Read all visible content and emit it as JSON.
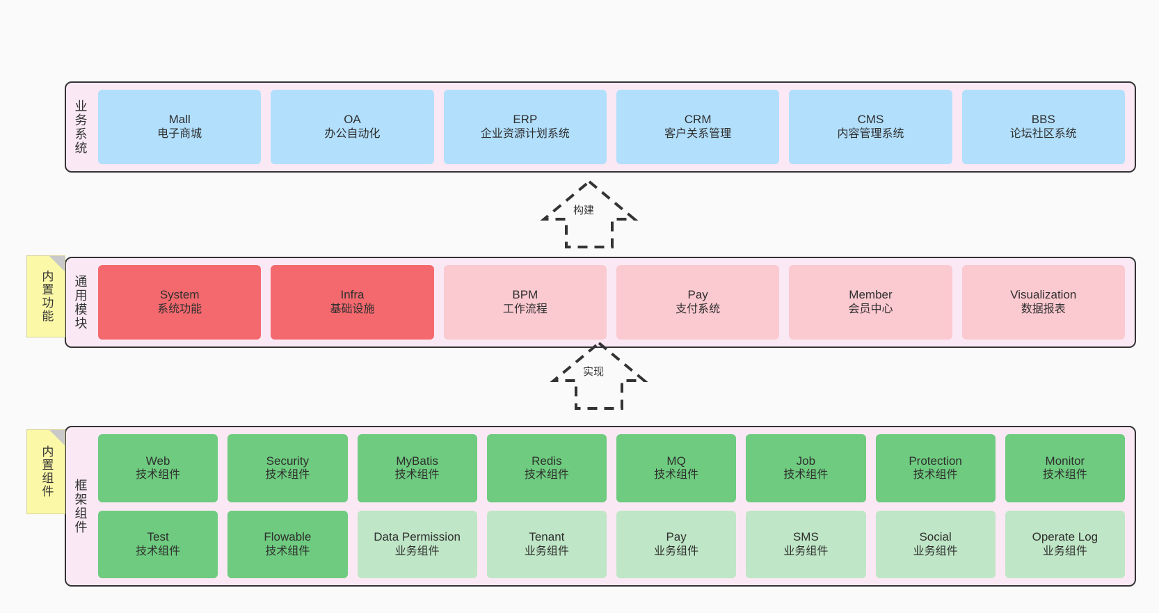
{
  "diagram": {
    "background": "#fafafa",
    "panel_fill": "#fae9f4",
    "panel_border": "#333333",
    "colors": {
      "business": "#b2dffc",
      "module_core": "#f4696e",
      "module_optional": "#fbc9d0",
      "tech_component": "#6ecb7f",
      "biz_component": "#bfe6c6",
      "note": "#fbf8a7"
    }
  },
  "layers": {
    "business": {
      "title": "业务系统",
      "cards": [
        {
          "en": "Mall",
          "cn": "电子商城",
          "style": "c-blue"
        },
        {
          "en": "OA",
          "cn": "办公自动化",
          "style": "c-blue"
        },
        {
          "en": "ERP",
          "cn": "企业资源计划系统",
          "style": "c-blue"
        },
        {
          "en": "CRM",
          "cn": "客户关系管理",
          "style": "c-blue"
        },
        {
          "en": "CMS",
          "cn": "内容管理系统",
          "style": "c-blue"
        },
        {
          "en": "BBS",
          "cn": "论坛社区系统",
          "style": "c-blue"
        }
      ]
    },
    "modules": {
      "title": "通用模块",
      "note": "内置功能",
      "cards": [
        {
          "en": "System",
          "cn": "系统功能",
          "style": "c-red"
        },
        {
          "en": "Infra",
          "cn": "基础设施",
          "style": "c-red"
        },
        {
          "en": "BPM",
          "cn": "工作流程",
          "style": "c-pink"
        },
        {
          "en": "Pay",
          "cn": "支付系统",
          "style": "c-pink"
        },
        {
          "en": "Member",
          "cn": "会员中心",
          "style": "c-pink"
        },
        {
          "en": "Visualization",
          "cn": "数据报表",
          "style": "c-pink"
        }
      ]
    },
    "framework": {
      "title": "框架组件",
      "note": "内置组件",
      "row1": [
        {
          "en": "Web",
          "cn": "技术组件",
          "style": "c-green"
        },
        {
          "en": "Security",
          "cn": "技术组件",
          "style": "c-green"
        },
        {
          "en": "MyBatis",
          "cn": "技术组件",
          "style": "c-green"
        },
        {
          "en": "Redis",
          "cn": "技术组件",
          "style": "c-green"
        },
        {
          "en": "MQ",
          "cn": "技术组件",
          "style": "c-green"
        },
        {
          "en": "Job",
          "cn": "技术组件",
          "style": "c-green"
        },
        {
          "en": "Protection",
          "cn": "技术组件",
          "style": "c-green"
        },
        {
          "en": "Monitor",
          "cn": "技术组件",
          "style": "c-green"
        }
      ],
      "row2": [
        {
          "en": "Test",
          "cn": "技术组件",
          "style": "c-green"
        },
        {
          "en": "Flowable",
          "cn": "技术组件",
          "style": "c-green"
        },
        {
          "en": "Data Permission",
          "cn": "业务组件",
          "style": "c-green-light"
        },
        {
          "en": "Tenant",
          "cn": "业务组件",
          "style": "c-green-light"
        },
        {
          "en": "Pay",
          "cn": "业务组件",
          "style": "c-green-light"
        },
        {
          "en": "SMS",
          "cn": "业务组件",
          "style": "c-green-light"
        },
        {
          "en": "Social",
          "cn": "业务组件",
          "style": "c-green-light"
        },
        {
          "en": "Operate Log",
          "cn": "业务组件",
          "style": "c-green-light"
        }
      ]
    }
  },
  "arrows": {
    "build": "构建",
    "implement": "实现"
  }
}
